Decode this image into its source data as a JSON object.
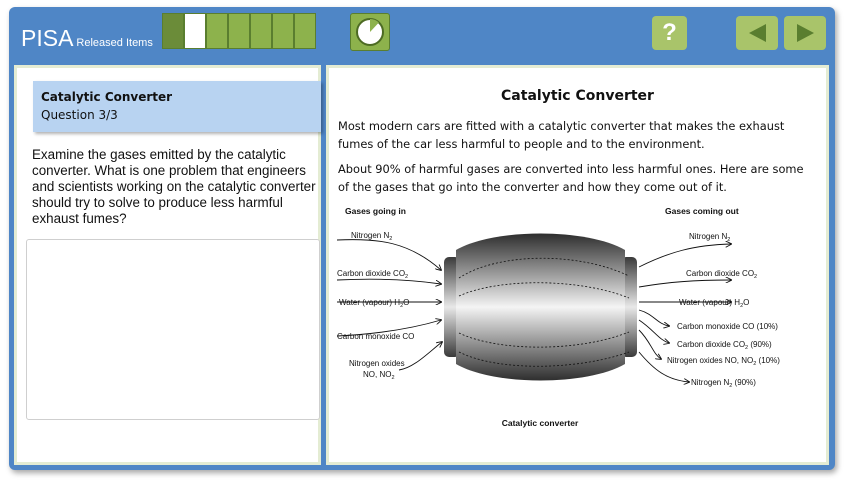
{
  "header": {
    "brand": "PISA",
    "brand_sub": "Released Items",
    "progress": {
      "total": 7,
      "current": 2
    },
    "help_label": "?",
    "timer_fraction_elapsed": 0.12,
    "colors": {
      "bar": "#4f86c6",
      "button": "#a9c46a",
      "segment": "#8db24c",
      "segment_done": "#6b8c39"
    }
  },
  "question": {
    "title": "Catalytic Converter",
    "number": "Question 3/3",
    "text": "Examine the gases emitted by the catalytic converter.  What is one problem that engineers and scientists working on the catalytic converter  should try to solve to produce less harmful exhaust  fumes?",
    "answer_value": ""
  },
  "stimulus": {
    "title": "Catalytic Converter",
    "para1": "Most modern cars are fitted with a catalytic converter that makes the exhaust fumes of the car less harmful to people and to the environment.",
    "para2": "About  90% of harmful  gases are converted into less harmful ones. Here are some of the gases that go into the converter and how they come out of it.",
    "diagram": {
      "left_heading": "Gases going in",
      "right_heading": "Gases coming out",
      "caption": "Catalytic converter",
      "in": [
        {
          "label": "Nitrogen N",
          "sub": "2"
        },
        {
          "label": "Carbon dioxide CO",
          "sub": "2"
        },
        {
          "label": "Water (vapour) H",
          "sub": "2",
          "after": "O"
        },
        {
          "label": "Carbon monoxide CO",
          "sub": "",
          "after": ""
        },
        {
          "label": "Nitrogen oxides",
          "sub": "",
          "after": ""
        },
        {
          "label": "NO, NO",
          "sub": "2",
          "after": ""
        }
      ],
      "out": [
        {
          "label": "Nitrogen N",
          "sub": "2",
          "after": ""
        },
        {
          "label": "Carbon dioxide CO",
          "sub": "2",
          "after": ""
        },
        {
          "label": "Water (vapour) H",
          "sub": "2",
          "after": "O"
        },
        {
          "label": "Carbon monoxide CO (10%)",
          "sub": "",
          "after": ""
        },
        {
          "label": "Carbon dioxide CO",
          "sub": "2",
          "after": " (90%)"
        },
        {
          "label": "Nitrogen oxides NO, NO",
          "sub": "2",
          "after": " (10%)"
        },
        {
          "label": "Nitrogen N",
          "sub": "2",
          "after": " (90%)"
        }
      ]
    }
  }
}
